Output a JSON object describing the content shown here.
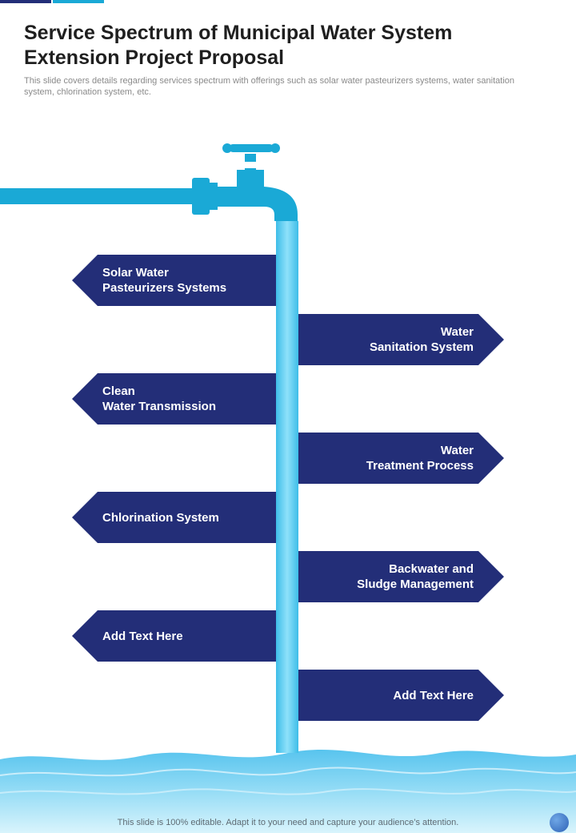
{
  "page": {
    "title": "Service Spectrum of Municipal Water System Extension Project Proposal",
    "subtitle": "This slide covers details regarding services spectrum with offerings such as solar water pasteurizers systems, water sanitation system, chlorination system, etc.",
    "footer": "This slide is 100% editable. Adapt it to your need and capture your audience’s attention."
  },
  "colors": {
    "arrow": "#232e78",
    "pipe": "#1aa9d6",
    "stream": "#4fc9ee",
    "accent_dark": "#232e78",
    "accent_light": "#1aa9d6"
  },
  "icons": {
    "tap": "water-tap-icon",
    "water": "water-surface-image"
  },
  "services": [
    {
      "side": "left",
      "line1": "Solar Water",
      "line2": "Pasteurizers  Systems"
    },
    {
      "side": "right",
      "line1": "Water",
      "line2": "Sanitation System"
    },
    {
      "side": "left",
      "line1": "Clean",
      "line2": "Water Transmission"
    },
    {
      "side": "right",
      "line1": "Water",
      "line2": "Treatment Process"
    },
    {
      "side": "left",
      "line1": "Chlorination System",
      "line2": ""
    },
    {
      "side": "right",
      "line1": "Backwater and",
      "line2": "Sludge Management"
    },
    {
      "side": "left",
      "line1": "Add Text Here",
      "line2": ""
    },
    {
      "side": "right",
      "line1": "Add Text Here",
      "line2": ""
    }
  ]
}
